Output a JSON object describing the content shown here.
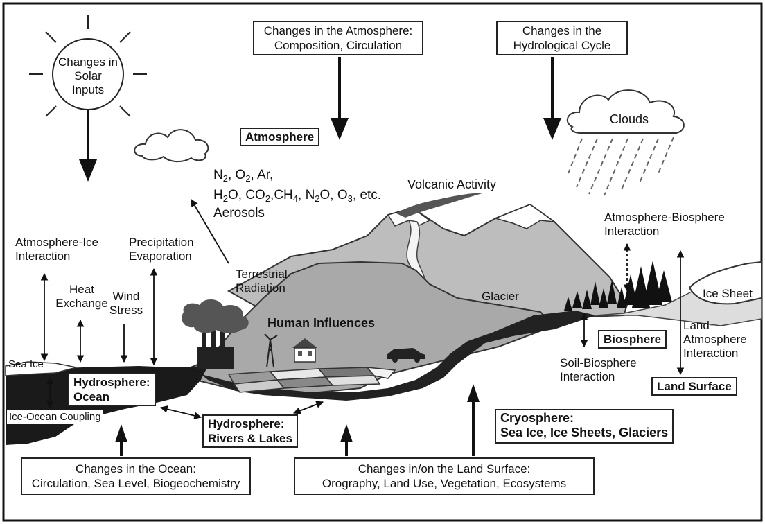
{
  "top": {
    "solar": [
      "Changes in",
      "Solar",
      "Inputs"
    ],
    "atmosphere_changes": [
      "Changes in the Atmosphere:",
      "Composition, Circulation"
    ],
    "hydro_cycle": [
      "Changes in the",
      "Hydrological Cycle"
    ]
  },
  "labels": {
    "atmosphere": "Atmosphere",
    "clouds": "Clouds",
    "volcanic": "Volcanic Activity",
    "gas_line1": [
      "N",
      "2",
      ", O",
      "2",
      ", Ar,"
    ],
    "gas_line2": [
      "H",
      "2",
      "O, CO",
      "2",
      ",CH",
      "4",
      ", N",
      "2",
      "O, O",
      "3",
      ", etc."
    ],
    "aerosols": "Aerosols",
    "atm_bio": [
      "Atmosphere-Biosphere",
      "Interaction"
    ],
    "atm_ice": [
      "Atmosphere-Ice",
      "Interaction"
    ],
    "precip": [
      "Precipitation",
      "Evaporation"
    ],
    "terrestrial": [
      "Terrestrial",
      "Radiation"
    ],
    "heat": [
      "Heat",
      "Exchange"
    ],
    "wind": [
      "Wind",
      "Stress"
    ],
    "glacier": "Glacier",
    "ice_sheet": "Ice Sheet",
    "human": "Human Influences",
    "biosphere": "Biosphere",
    "land_atm": [
      "Land-",
      "Atmosphere",
      "Interaction"
    ],
    "soil_bio": [
      "Soil-Biosphere",
      "Interaction"
    ],
    "sea_ice": "Sea Ice",
    "hydro_ocean": [
      "Hydrosphere:",
      "Ocean"
    ],
    "land_surface": "Land Surface",
    "ice_ocean": "Ice-Ocean Coupling",
    "hydro_rivers": [
      "Hydrosphere:",
      "Rivers & Lakes"
    ],
    "cryosphere": [
      "Cryosphere:",
      "Sea Ice, Ice Sheets, Glaciers"
    ]
  },
  "bottom": {
    "ocean": [
      "Changes in the Ocean:",
      "Circulation, Sea Level, Biogeochemistry"
    ],
    "land": [
      "Changes in/on the Land Surface:",
      "Orography, Land Use, Vegetation, Ecosystems"
    ]
  }
}
